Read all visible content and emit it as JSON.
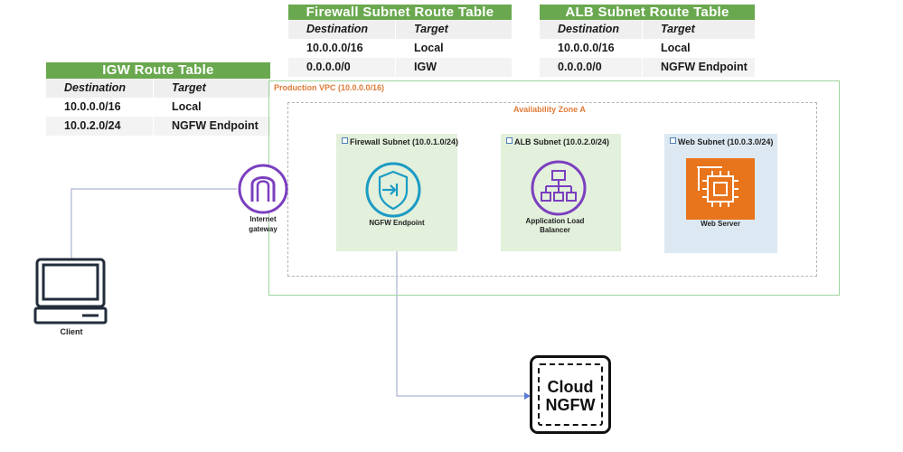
{
  "igw_route_table": {
    "title": "IGW  Route Table",
    "headers": [
      "Destination",
      "Target"
    ],
    "rows": [
      [
        "10.0.0.0/16",
        "Local"
      ],
      [
        "10.0.2.0/24",
        "NGFW Endpoint"
      ]
    ]
  },
  "firewall_route_table": {
    "title": "Firewall Subnet Route Table",
    "headers": [
      "Destination",
      "Target"
    ],
    "rows": [
      [
        "10.0.0.0/16",
        "Local"
      ],
      [
        "0.0.0.0/0",
        "IGW"
      ]
    ]
  },
  "alb_route_table": {
    "title": "ALB Subnet  Route Table",
    "headers": [
      "Destination",
      "Target"
    ],
    "rows": [
      [
        "10.0.0.0/16",
        "Local"
      ],
      [
        "0.0.0.0/0",
        "NGFW Endpoint"
      ]
    ]
  },
  "vpc": {
    "label": "Production VPC (10.0.0.0/16)"
  },
  "az": {
    "label": "Availability Zone A"
  },
  "subnets": {
    "firewall": {
      "title": "Firewall Subnet (10.0.1.0/24)",
      "caption": "NGFW Endpoint"
    },
    "alb": {
      "title": "ALB Subnet  (10.0.2.0/24)",
      "caption_line1": "Application Load",
      "caption_line2": "Balancer"
    },
    "web": {
      "title": "Web Subnet (10.0.3.0/24)",
      "caption": "Web Server"
    }
  },
  "igw": {
    "line1": "Internet",
    "line2": "gateway"
  },
  "client": {
    "label": "Client"
  },
  "cloud_ngfw": {
    "line1": "Cloud",
    "line2": "NGFW"
  },
  "colors": {
    "table_header": "#6aa84f",
    "vpc_border": "#9fd39f",
    "label_orange": "#e07b39",
    "subnet_green": "#e3f0dc",
    "subnet_blue": "#dde9f2",
    "igw_purple": "#7b3fbf",
    "endpoint_cyan": "#1a9bc4",
    "alb_purple": "#7b3fbf",
    "ec2_orange": "#e8741c",
    "line_blue": "#7a8fc4"
  }
}
